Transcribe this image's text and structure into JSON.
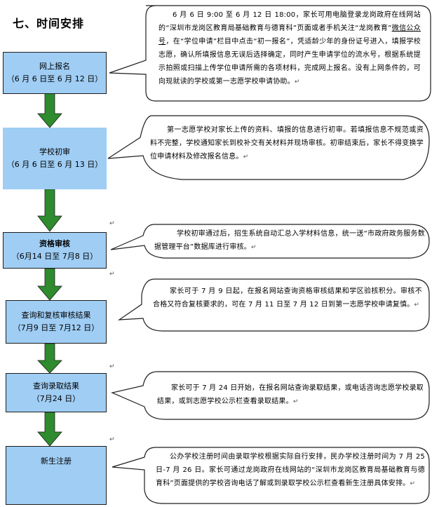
{
  "section_title": "七、时间安排",
  "steps": [
    {
      "title": "网上报名",
      "dates": "（6 月 6 日至 6 月 12 日）"
    },
    {
      "title": "学校初审",
      "dates": "（6 月 6 日至 6 月 13 日）"
    },
    {
      "title": "资格审核",
      "dates": "（6月14 日至 7月8 日）"
    },
    {
      "title": "查询和复核审核结果",
      "dates": "（7月9 日至 7月12 日）"
    },
    {
      "title": "查询录取结果",
      "dates": "（7月24 日）"
    },
    {
      "title": "新生注册",
      "dates": ""
    }
  ],
  "notes": [
    {
      "text_a": "6 月 6 日 9:00 至 6 月 12 日 18:00，家长可用电脑登录龙岗政府在线网站的“深圳市龙岗区教育局基础教育与德育科”页面或者手机关注“龙岗教育”",
      "text_link": "微信公众号",
      "text_b": "，在“学位申请”栏目中点击“初一报名”，凭适龄少年的身份证号进入，填报学校志愿，确认所填报信息无误后选择确定，同时产生申请学位的流水号，根据系统提示拍照或扫描上传学位申请所需的各项材料，完成网上报名。没有上网条件的，可向现就读的学校或第一志愿学校申请协助。"
    },
    {
      "text": "第一志愿学校对家长上传的资料、填报的信息进行初审。若填报信息不规范或资料不完整，学校通知家长到校补交有关材料并现场审核。初审结束后，家长不得变换学位申请材料及修改报名信息。"
    },
    {
      "text": "学校初审通过后，招生系统自动汇总入学材料信息，统一送“市政府政务服务数据管理平台”数据库进行审核。"
    },
    {
      "text": "家长可于 7 月 9 日起，在报名网站查询资格审核结果和学区验核积分。审核不合格又符合复核要求的，可在 7 月 11 日至 7 月 12 日到第一志愿学校申请复慎。"
    },
    {
      "text": "家长可于 7 月 24 日开始，在报名网站查询录取结果，或电话咨询志愿学校录取结果，或到志愿学校公示栏查看录取结果。"
    },
    {
      "text": "公办学校注册时间由录取学校根据实际自行安排，民办学校注册时间为 7 月 25 日-7 月 26 日。家长可通过龙岗政府在线网站的“深圳市龙岗区教育局基础教育与德育科”页面提供的学校咨询电话了解或到录取学校公示栏查看新生注册具体安排。"
    }
  ],
  "colors": {
    "step_fill": "#9fcdf4",
    "arrow_fill": "#2e8b2e",
    "border": "#1e1e1e"
  },
  "paragraph_mark": "↵"
}
